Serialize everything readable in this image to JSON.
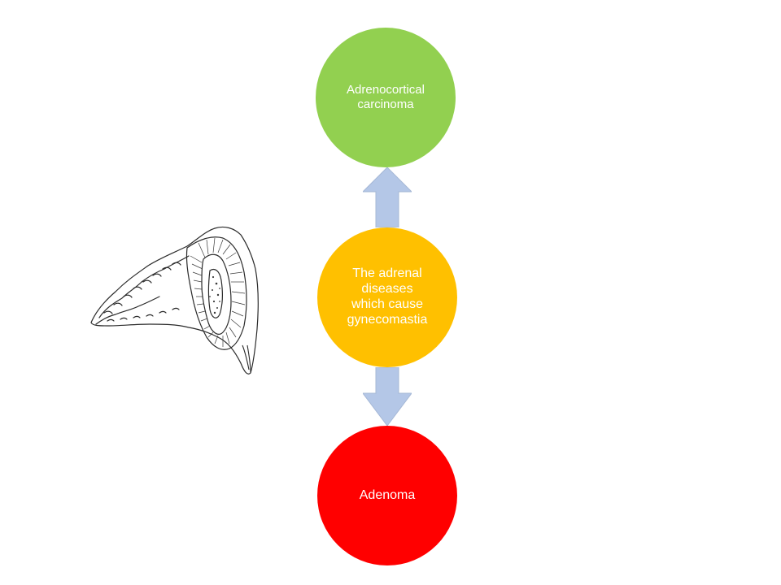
{
  "diagram": {
    "center_node": {
      "label": "The adrenal\ndiseases\nwhich cause\ngynecomastia",
      "color": "#FFC000"
    },
    "top_node": {
      "label": "Adrenocortical\ncarcinoma",
      "color": "#92D050"
    },
    "bottom_node": {
      "label": "Adenoma",
      "color": "#FF0000"
    },
    "arrow_color": "#B4C7E7",
    "arrow_stroke": "#A6B8D6"
  },
  "illustration": {
    "icon": "adrenal-gland-cross-section-drawing"
  }
}
